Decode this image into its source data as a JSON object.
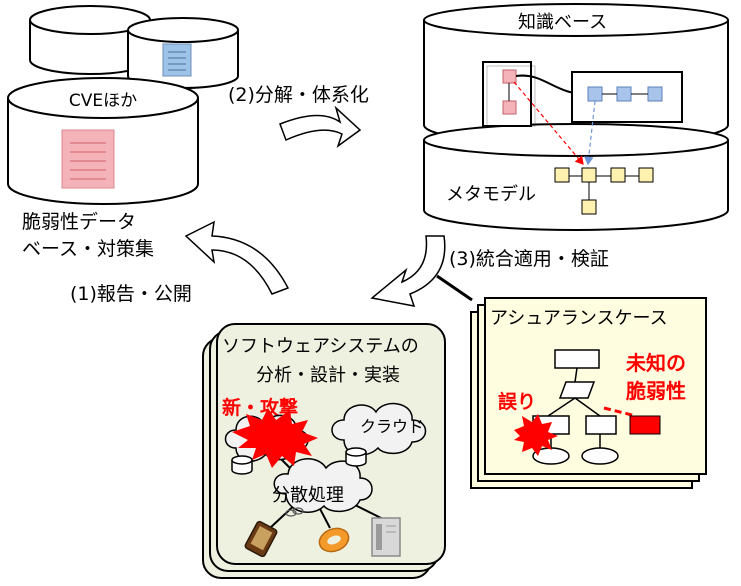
{
  "cve_db": {
    "label": "CVEほか",
    "caption_line1": "脆弱性データ",
    "caption_line2": "ベース・対策集"
  },
  "step1": {
    "label": "(1)報告・公開"
  },
  "step2": {
    "label": "(2)分解・体系化"
  },
  "step3": {
    "label": "(3)統合適用・検証"
  },
  "knowledge_base": {
    "title": "知識ベース",
    "meta_model": "メタモデル"
  },
  "software_system": {
    "title_line1": "ソフトウェアシステムの",
    "title_line2": "分析・設計・実装",
    "attack": "新・攻撃",
    "cloud": "クラウド",
    "distributed": "分散処理"
  },
  "assurance_case": {
    "title": "アシュアランスケース",
    "error": "誤り",
    "unknown_line1": "未知の",
    "unknown_line2": "脆弱性"
  },
  "colors": {
    "red": "#ff0000",
    "doc_pink": "#f4b3b8",
    "doc_blue": "#9ec3e8",
    "node_blue": "#a9c4ea",
    "meta_yellow": "#fff2b0",
    "assurance_bg": "#fffde0",
    "system_bg": "#eef0e0"
  }
}
